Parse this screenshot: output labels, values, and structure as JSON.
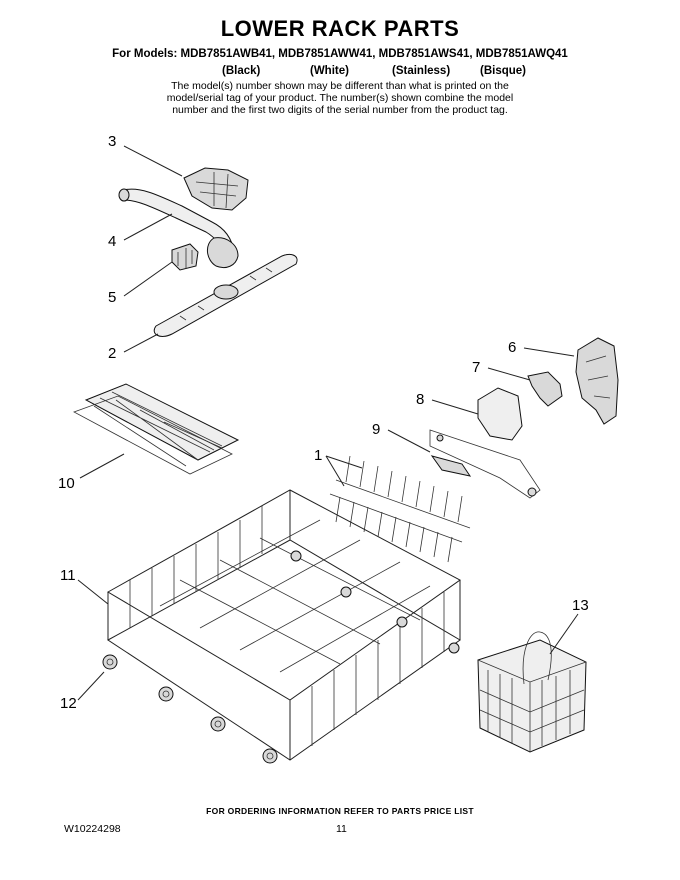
{
  "header": {
    "title": "LOWER RACK PARTS",
    "models_line": "For Models: MDB7851AWB41, MDB7851AWW41, MDB7851AWS41, MDB7851AWQ41",
    "variants": [
      "(Black)",
      "(White)",
      "(Stainless)",
      "(Bisque)"
    ],
    "note_lines": [
      "The model(s) number shown may be different than what is printed on the",
      "model/serial tag of your product. The number(s) shown combine the model",
      "number and the first two digits of the serial number from the product tag."
    ]
  },
  "callouts": [
    "3",
    "4",
    "5",
    "2",
    "6",
    "7",
    "8",
    "9",
    "1",
    "10",
    "11",
    "13",
    "12"
  ],
  "footer": {
    "ordering_note": "FOR ORDERING INFORMATION REFER TO PARTS PRICE LIST",
    "document_code": "W10224298",
    "page_number": "11"
  }
}
